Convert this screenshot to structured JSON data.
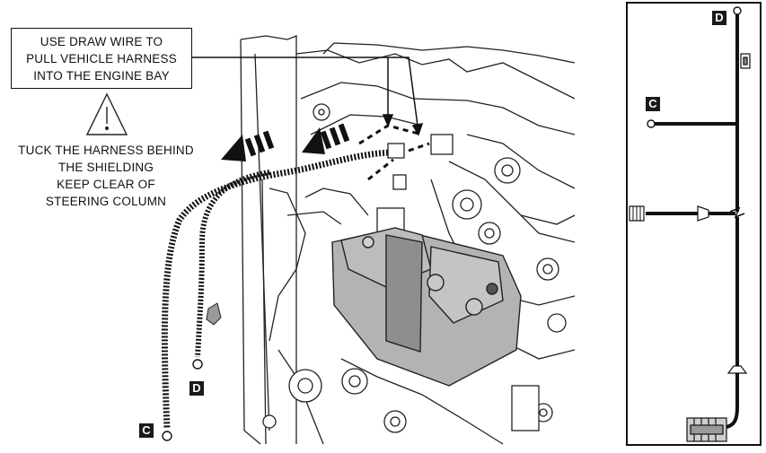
{
  "callout": {
    "lines": [
      "USE DRAW WIRE TO",
      "PULL VEHICLE HARNESS",
      "INTO THE ENGINE BAY"
    ]
  },
  "warning": {
    "lines": [
      "TUCK THE HARNESS BEHIND",
      "THE SHIELDING",
      "KEEP CLEAR OF",
      "STEERING COLUMN"
    ]
  },
  "labels": {
    "engine_d": "D",
    "engine_c": "C",
    "detail_d": "D",
    "detail_c": "C"
  },
  "icons": {
    "warning": "warning-triangle-icon",
    "direction": "dashed-arrow-icon"
  }
}
